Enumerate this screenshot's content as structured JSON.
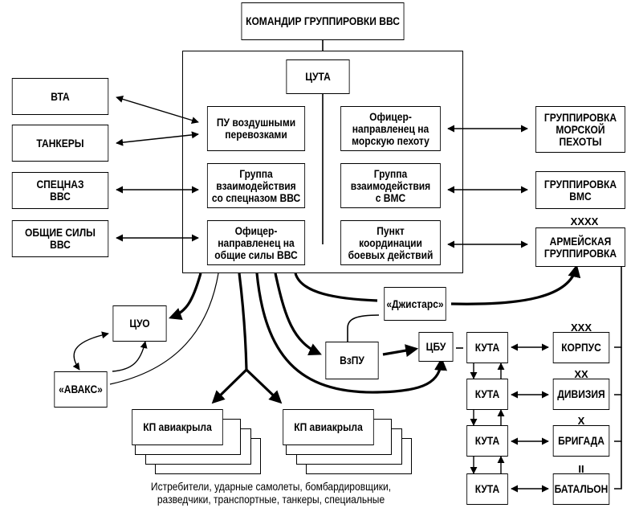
{
  "nodes": {
    "commander": "КОМАНДИР ГРУППИРОВКИ ВВС",
    "cuta": "ЦУТА",
    "pu_air": "ПУ воздушными\nперевозками",
    "spetsnaz_group": "Группа\nвзаимодействия\nсо спецназом ВВС",
    "officer_general": "Офицер-\nнаправленец на\nобщие силы ВВС",
    "officer_marine": "Офицер-\nнаправленец на\nморскую пехоту",
    "vms_group": "Группа\nвзаимодействия\nс ВМС",
    "coordination_point": "Пункт\nкоординации\nбоевых действий",
    "vta": "ВТА",
    "tankers": "ТАНКЕРЫ",
    "spetsnaz_vvs": "СПЕЦНАЗ\nВВС",
    "general_forces": "ОБЩИЕ СИЛЫ\nВВС",
    "marine_group": "ГРУППИРОВКА\nМОРСКОЙ\nПЕХОТЫ",
    "vms_grouping": "ГРУППИРОВКА\nВМС",
    "army_grouping": "АРМЕЙСКАЯ\nГРУППИРОВКА",
    "cuo": "ЦУО",
    "awacs": "«АВАКС»",
    "jstars": "«Джистарс»",
    "vzpu": "ВзПУ",
    "cbu": "ЦБУ",
    "kuta_1": "КУТА",
    "kuta_2": "КУТА",
    "kuta_3": "КУТА",
    "kuta_4": "КУТА",
    "corps": "КОРПУС",
    "division": "ДИВИЗИЯ",
    "brigade": "БРИГАДА",
    "battalion": "БАТАЛЬОН",
    "kp_wing_1": "КП авиакрыла",
    "kp_wing_2": "КП авиакрыла"
  },
  "ranks": {
    "army": "XXXX",
    "corps": "XXX",
    "division": "XX",
    "brigade": "X",
    "battalion": "II"
  },
  "caption": "Истребители, ударные самолеты, бомбардировщики,\nразведчики, транспортные, танкеры, специальные"
}
